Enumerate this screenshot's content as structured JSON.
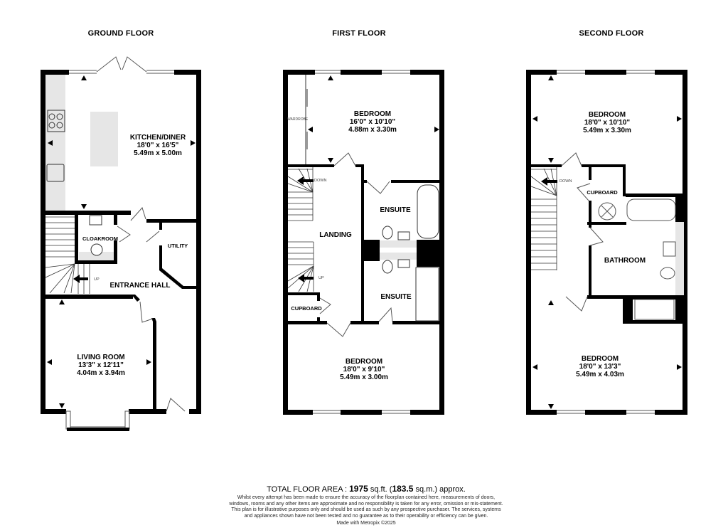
{
  "floors": [
    {
      "title": "GROUND FLOOR",
      "rooms": [
        {
          "name": "KITCHEN/DINER",
          "imperial": "18'0\"  x 16'5\"",
          "metric": "5.49m  x 5.00m"
        },
        {
          "name": "CLOAKROOM"
        },
        {
          "name": "UTILITY"
        },
        {
          "name": "ENTRANCE HALL"
        },
        {
          "name": "LIVING ROOM",
          "imperial": "13'3\"  x 12'11\"",
          "metric": "4.04m  x 3.94m"
        }
      ],
      "stairs_label": "UP"
    },
    {
      "title": "FIRST FLOOR",
      "rooms": [
        {
          "name": "BEDROOM",
          "imperial": "16'0\"  x 10'10\"",
          "metric": "4.88m  x 3.30m"
        },
        {
          "name": "WARDROBE"
        },
        {
          "name": "LANDING"
        },
        {
          "name": "ENSUITE"
        },
        {
          "name": "ENSUITE"
        },
        {
          "name": "CUPBOARD"
        },
        {
          "name": "BEDROOM",
          "imperial": "18'0\"  x 9'10\"",
          "metric": "5.49m  x 3.00m"
        }
      ],
      "stairs_down_label": "DOWN",
      "stairs_up_label": "UP"
    },
    {
      "title": "SECOND FLOOR",
      "rooms": [
        {
          "name": "BEDROOM",
          "imperial": "18'0\"  x 10'10\"",
          "metric": "5.49m  x 3.30m"
        },
        {
          "name": "CUPBOARD"
        },
        {
          "name": "BATHROOM"
        },
        {
          "name": "BEDROOM",
          "imperial": "18'0\"  x 13'3\"",
          "metric": "5.49m  x 4.03m"
        }
      ],
      "stairs_down_label": "DOWN"
    }
  ],
  "footer": {
    "total_prefix": "TOTAL FLOOR AREA : ",
    "sqft_value": "1975",
    "sqft_unit": " sq.ft.",
    "sqm_open": "  (",
    "sqm_value": "183.5",
    "sqm_unit": " sq.m.) approx.",
    "disclaimer": "Whilst every attempt has been made to ensure the accuracy of the floorplan contained here, measurements of doors, windows, rooms and any other items are approximate and no responsibility is taken for any error, omission or mis-statement. This plan is for illustrative purposes only and should be used as such by any prospective purchaser. The services, systems and appliances shown have not been tested and no guarantee as to their operability or efficiency can be given.",
    "credit": "Made with Metropix ©2025"
  },
  "colors": {
    "wall": "#000000",
    "fixture_fill": "#e6e6e6",
    "background": "#ffffff"
  }
}
